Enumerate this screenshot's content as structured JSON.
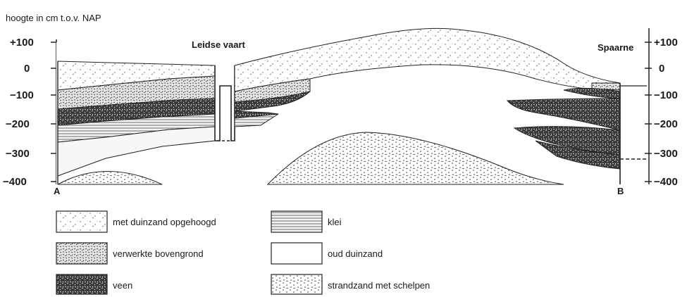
{
  "diagram": {
    "axis_title": "hoogte in cm t.o.v. NAP",
    "left_ticks": [
      "+100",
      "0",
      "−100",
      "−200",
      "−300",
      "−400"
    ],
    "right_ticks": [
      "+100",
      "0",
      "−100",
      "−200",
      "−300",
      "−400"
    ],
    "places": {
      "canal": "Leidse vaart",
      "river": "Spaarne"
    },
    "points": {
      "start": "A",
      "end": "B"
    }
  },
  "legend": [
    {
      "key": "opgehoogd",
      "label": "met duinzand opgehoogd"
    },
    {
      "key": "klei",
      "label": "klei"
    },
    {
      "key": "bovengrond",
      "label": "verwerkte bovengrond"
    },
    {
      "key": "oudduin",
      "label": "oud duinzand"
    },
    {
      "key": "veen",
      "label": "veen"
    },
    {
      "key": "strandzand",
      "label": "strandzand met schelpen"
    }
  ]
}
